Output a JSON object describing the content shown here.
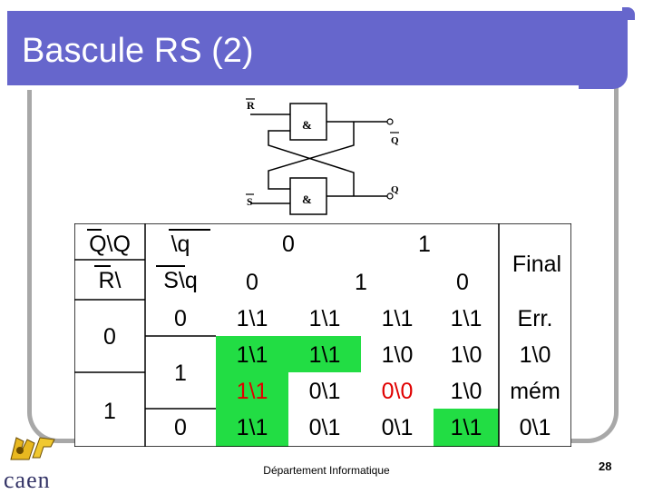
{
  "slide": {
    "title": "Bascule RS (2)",
    "footer": "Département Informatique",
    "page_number": "28",
    "logo_text": "caen"
  },
  "diagram": {
    "input_top": "R",
    "input_bottom": "S",
    "gate_top": "&",
    "gate_bottom": "&",
    "output_top": "Q",
    "output_bottom": "Q"
  },
  "table": {
    "corner_top_left": "Q\\Q",
    "corner_top_right": "\\q",
    "corner_bottom_left": "R\\",
    "corner_bottom_right": "S\\q",
    "header_top": [
      "0",
      "1"
    ],
    "header_columns": [
      "0",
      "1",
      "0"
    ],
    "final_label": "Final",
    "row_labels": [
      "0",
      "1"
    ],
    "s_labels": [
      "0",
      "1",
      "0"
    ],
    "rows": [
      [
        "1\\1",
        "1\\1",
        "1\\1",
        "1\\1",
        "Err."
      ],
      [
        "1\\1",
        "1\\1",
        "1\\0",
        "1\\0",
        "1\\0"
      ],
      [
        "1\\1",
        "0\\1",
        "0\\0",
        "1\\0",
        "mém"
      ],
      [
        "1\\1",
        "0\\1",
        "0\\1",
        "1\\1",
        "0\\1"
      ]
    ],
    "colors": {
      "green": "#22dd44",
      "red": "#e00000"
    }
  }
}
